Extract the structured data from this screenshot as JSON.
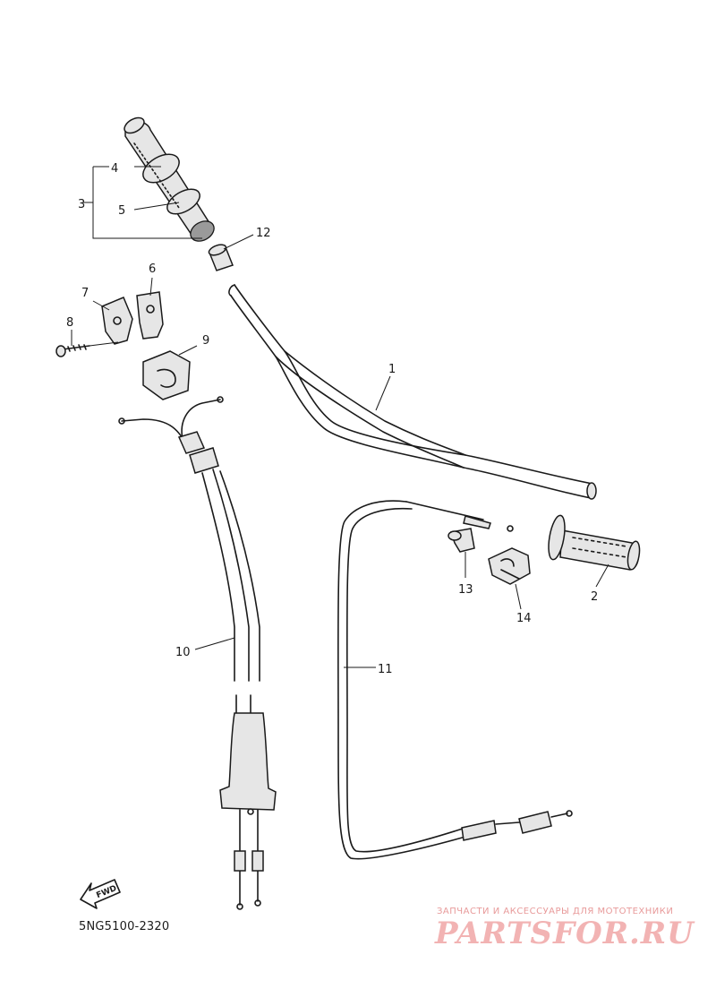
{
  "diagram_code": "5NG5100-2320",
  "fwd_label": "FWD",
  "watermark": {
    "tagline": "ЗАПЧАСТИ И АКСЕССУАРЫ ДЛЯ МОТОТЕХНИКИ",
    "logo": "PARTSFOR.RU"
  },
  "callouts": {
    "c1": "1",
    "c2": "2",
    "c3": "3",
    "c4": "4",
    "c5": "5",
    "c6": "6",
    "c7": "7",
    "c8": "8",
    "c9": "9",
    "c10": "10",
    "c11": "11",
    "c12": "12",
    "c13": "13",
    "c14": "14"
  },
  "colors": {
    "line": "#1a1a1a",
    "part_fill": "#e6e6e6",
    "watermark": "#f2b3b3"
  }
}
